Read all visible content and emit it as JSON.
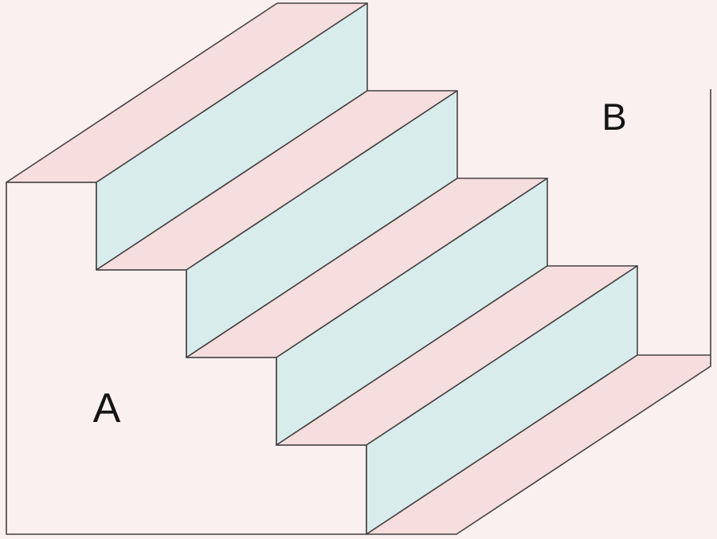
{
  "figure": {
    "kind": "staircase-illusion-diagram",
    "steps_count": 4,
    "labels": {
      "lower_left": "A",
      "upper_right": "B"
    },
    "colors": {
      "background": "#f9f0ef",
      "tread_pink": "#f5dedd",
      "riser_blue": "#d8eceb",
      "outline": "#474143",
      "label_text": "#141414"
    }
  }
}
